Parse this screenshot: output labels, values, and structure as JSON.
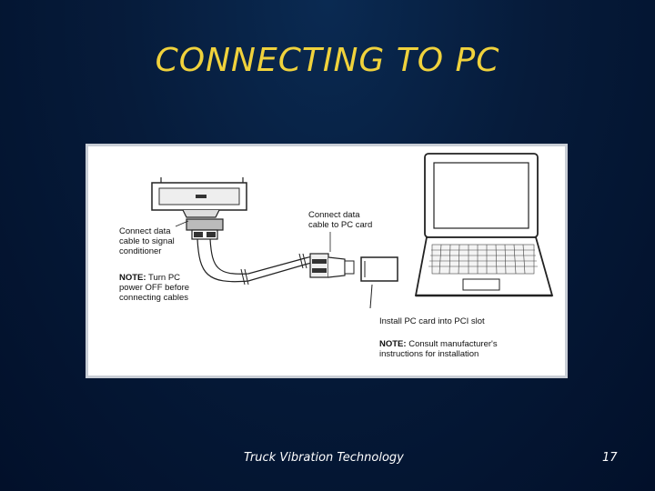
{
  "slide": {
    "title": "CONNECTING TO PC",
    "footer_text": "Truck Vibration Technology",
    "page_number": "17"
  },
  "diagram": {
    "label_conditioner": [
      "Connect data",
      "cable to signal",
      "conditioner"
    ],
    "note_power_prefix": "NOTE:",
    "note_power_lines": [
      " Turn PC",
      "power OFF before",
      "connecting cables"
    ],
    "label_pc_card": [
      "Connect data",
      "cable to PC card"
    ],
    "label_install": "Install PC card into PCI slot",
    "note_install_prefix": "NOTE:",
    "note_install_lines": [
      " Consult manufacturer's",
      "instructions for installation"
    ]
  },
  "colors": {
    "title": "#f0d23c",
    "background": "#061b3a",
    "footer": "#ffffff"
  }
}
